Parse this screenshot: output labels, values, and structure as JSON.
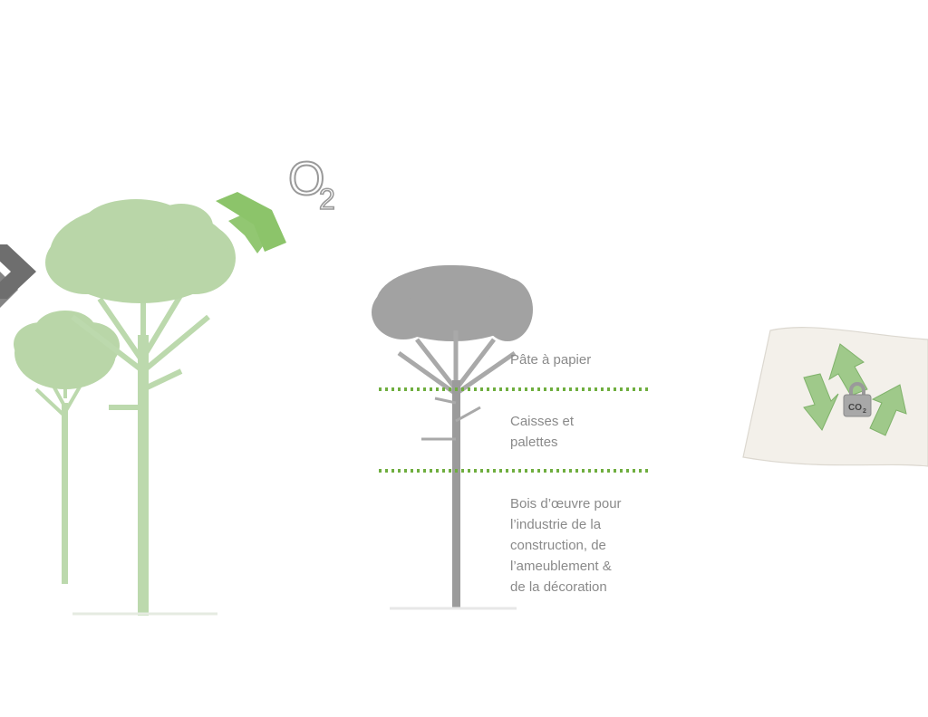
{
  "colors": {
    "green_tree": "#b9d6a8",
    "green_chevron": "#7dbb5a",
    "grey_tree": "#9b9b9b",
    "dark_chevron": "#6e6e6e",
    "dotted_line": "#6fae3f",
    "label_text": "#8a8a8a",
    "flag_bg": "#f4f1ec",
    "recycle_green": "#9fc98a"
  },
  "o2": {
    "letter": "O",
    "subscript": "2"
  },
  "co2_badge": {
    "letters": "CO",
    "subscript": "2"
  },
  "segments": [
    {
      "lines": [
        "Pâte à papier"
      ]
    },
    {
      "lines": [
        "Caisses et",
        "palettes"
      ]
    },
    {
      "lines": [
        "Bois d’œuvre pour",
        "l’industrie de la",
        "construction, de",
        "l’ameublement &",
        "de la décoration"
      ]
    }
  ],
  "icons": {
    "chevrons_dark": "chevron-arrow-icon",
    "chevrons_green": "chevron-arrow-icon",
    "recycle": "recycle-icon",
    "lock": "padlock-icon"
  }
}
